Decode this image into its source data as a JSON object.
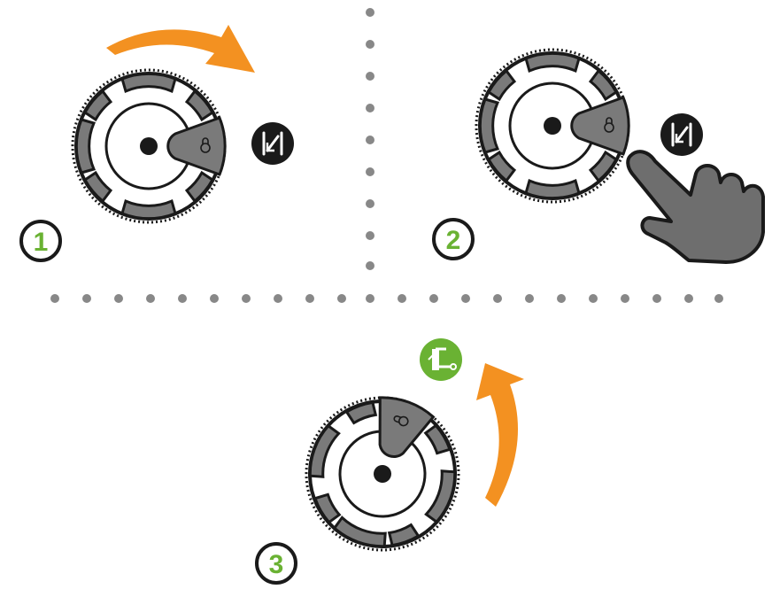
{
  "colors": {
    "outline": "#1a1a1a",
    "knob_white": "#ffffff",
    "grip_gray": "#7a7a7a",
    "hand_gray": "#6e6e6e",
    "arrow_orange": "#f39121",
    "step_green": "#6ab233",
    "dots_gray": "#888888"
  },
  "icons": {
    "manual_button": "manual-valve-icon",
    "pointer_hand": "pointing-hand-icon",
    "lock_marker": "lock-icon",
    "sprinkler_head": "sprinkler-icon"
  },
  "steps": [
    {
      "number": "1"
    },
    {
      "number": "2"
    },
    {
      "number": "3"
    }
  ]
}
